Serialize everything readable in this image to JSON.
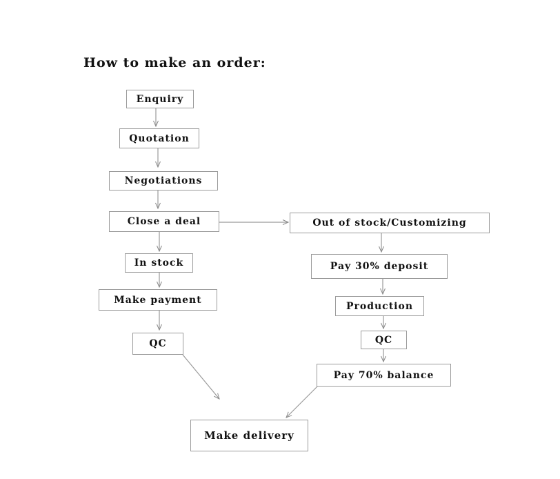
{
  "title": "How to make an order:",
  "nodes": {
    "enquiry": "Enquiry",
    "quotation": "Quotation",
    "negotiations": "Negotiations",
    "close_deal": "Close a deal",
    "in_stock": "In stock",
    "make_payment": "Make payment",
    "qc_left": "QC",
    "out_of_stock": "Out of stock/Customizing",
    "deposit": "Pay 30% deposit",
    "production": "Production",
    "qc_right": "QC",
    "balance": "Pay 70% balance",
    "delivery": "Make delivery"
  },
  "edges": [
    [
      "enquiry",
      "quotation"
    ],
    [
      "quotation",
      "negotiations"
    ],
    [
      "negotiations",
      "close_deal"
    ],
    [
      "close_deal",
      "in_stock"
    ],
    [
      "close_deal",
      "out_of_stock"
    ],
    [
      "in_stock",
      "make_payment"
    ],
    [
      "make_payment",
      "qc_left"
    ],
    [
      "qc_left",
      "delivery"
    ],
    [
      "out_of_stock",
      "deposit"
    ],
    [
      "deposit",
      "production"
    ],
    [
      "production",
      "qc_right"
    ],
    [
      "qc_right",
      "balance"
    ],
    [
      "balance",
      "delivery"
    ]
  ]
}
